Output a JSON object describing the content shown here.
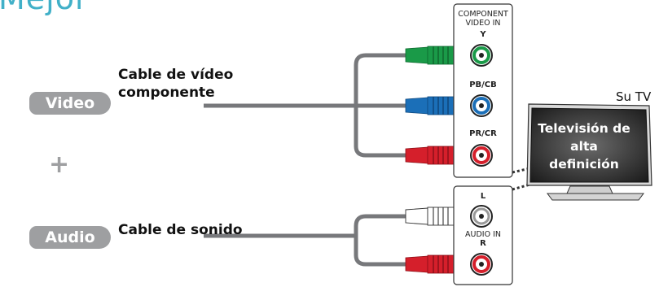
{
  "title": "Mejor",
  "video": {
    "pill_label": "Video",
    "cable_label_line1": "Cable de vídeo",
    "cable_label_line2": "componente"
  },
  "audio": {
    "pill_label": "Audio",
    "cable_label": "Cable de sonido"
  },
  "plus_sign": "+",
  "component_panel": {
    "header_line1": "COMPONENT",
    "header_line2": "VIDEO IN",
    "jack_y": "Y",
    "jack_pb": "PB/CB",
    "jack_pr": "PR/CR"
  },
  "audio_panel": {
    "jack_l": "L",
    "header": "AUDIO IN",
    "jack_r": "R"
  },
  "tv": {
    "label": "Su TV",
    "screen_line1": "Televisión de",
    "screen_line2": "alta",
    "screen_line3": "definición"
  },
  "colors": {
    "title": "#41b0c8",
    "pill": "#9e9fa1",
    "cable": "#77787b",
    "green": "#1a9a48",
    "blue": "#1b6fb8",
    "red": "#d51f2b",
    "white_plug": "#ffffff"
  }
}
